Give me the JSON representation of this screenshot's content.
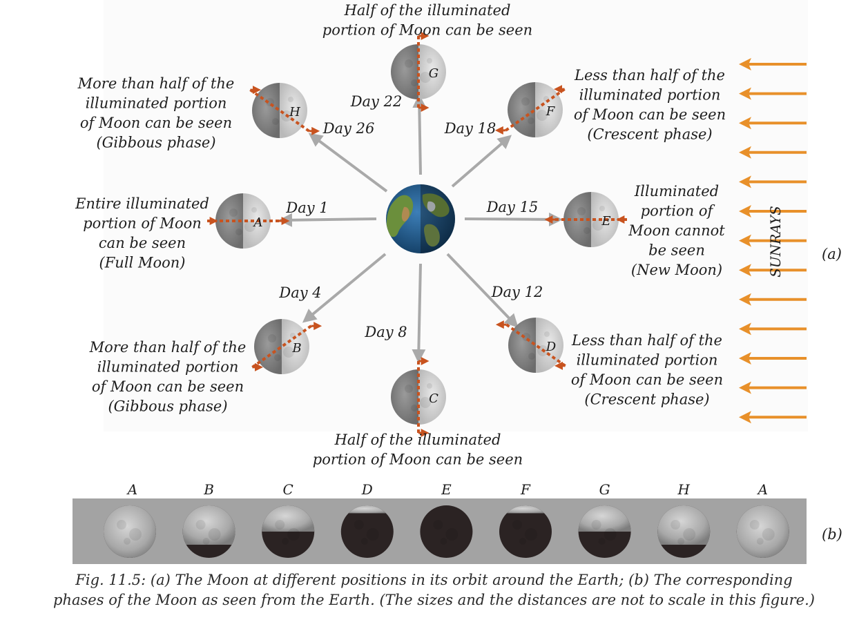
{
  "panel_a_label": "(a)",
  "panel_b_label": "(b)",
  "sunrays_label": "SUNRAYS",
  "earth_icon": "earth-globe-icon",
  "colors": {
    "orbit_arrow": "#a9a9a9",
    "sun_arrow": "#e8902a",
    "dashed_marker": "#c8531f",
    "strip_bg": "#a3a3a3",
    "panel_bg": "#fbfbfb"
  },
  "positions": [
    {
      "letter": "A",
      "day": "Day 1",
      "caption": [
        "Entire illuminated",
        "portion of Moon",
        "can be seen",
        "(Full Moon)"
      ]
    },
    {
      "letter": "B",
      "day": "Day 4",
      "caption": [
        "More than half of the",
        "illuminated portion",
        "of Moon can be seen",
        "(Gibbous phase)"
      ]
    },
    {
      "letter": "C",
      "day": "Day 8",
      "caption": [
        "Half of the illuminated",
        "portion of Moon can be seen"
      ]
    },
    {
      "letter": "D",
      "day": "Day 12",
      "caption": [
        "Less than half of the",
        "illuminated portion",
        "of Moon can be seen",
        "(Crescent phase)"
      ]
    },
    {
      "letter": "E",
      "day": "Day 15",
      "caption": [
        "Illuminated",
        "portion of",
        "Moon cannot",
        "be seen",
        "(New Moon)"
      ]
    },
    {
      "letter": "F",
      "day": "Day 18",
      "caption": [
        "Less than half of the",
        "illuminated portion",
        "of Moon can be seen",
        "(Crescent phase)"
      ]
    },
    {
      "letter": "G",
      "day": "Day 22",
      "caption": [
        "Half of the illuminated",
        "portion of Moon can be seen"
      ]
    },
    {
      "letter": "H",
      "day": "Day 26",
      "caption": [
        "More than half of the",
        "illuminated portion",
        "of Moon can be seen",
        "(Gibbous phase)"
      ]
    }
  ],
  "phase_strip": [
    {
      "letter": "A",
      "lit_fraction": 1.0
    },
    {
      "letter": "B",
      "lit_fraction": 0.75
    },
    {
      "letter": "C",
      "lit_fraction": 0.5
    },
    {
      "letter": "D",
      "lit_fraction": 0.15
    },
    {
      "letter": "E",
      "lit_fraction": 0.0
    },
    {
      "letter": "F",
      "lit_fraction": 0.15
    },
    {
      "letter": "G",
      "lit_fraction": 0.5
    },
    {
      "letter": "H",
      "lit_fraction": 0.75
    },
    {
      "letter": "A",
      "lit_fraction": 1.0
    }
  ],
  "figure_caption": [
    "Fig. 11.5: (a) The Moon at different positions in its orbit around the Earth; (b) The corresponding",
    "phases of the Moon as seen from the Earth. (The sizes and the distances are not to scale in this figure.)"
  ]
}
